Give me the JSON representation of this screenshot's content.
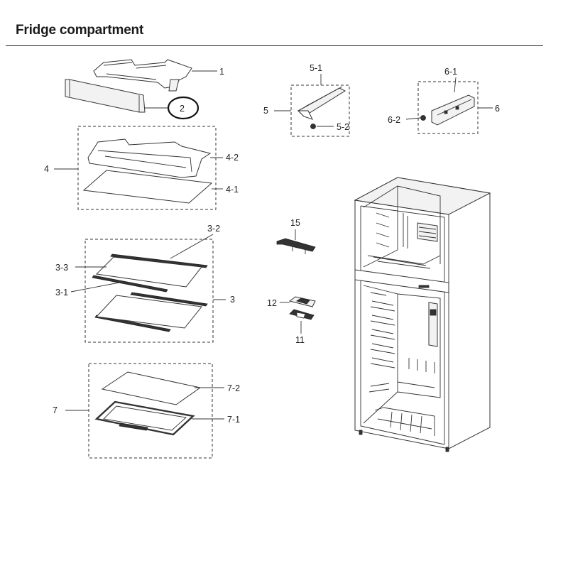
{
  "title": "Fridge compartment",
  "callouts": {
    "c1": "1",
    "c2": "2",
    "c3": "3",
    "c3_1": "3-1",
    "c3_2": "3-2",
    "c3_3": "3-3",
    "c4": "4",
    "c4_1": "4-1",
    "c4_2": "4-2",
    "c5": "5",
    "c5_1": "5-1",
    "c5_2": "5-2",
    "c6": "6",
    "c6_1": "6-1",
    "c6_2": "6-2",
    "c7": "7",
    "c7_1": "7-1",
    "c7_2": "7-2",
    "c11": "11",
    "c12": "12",
    "c15": "15"
  },
  "highlighted_callout": "2"
}
